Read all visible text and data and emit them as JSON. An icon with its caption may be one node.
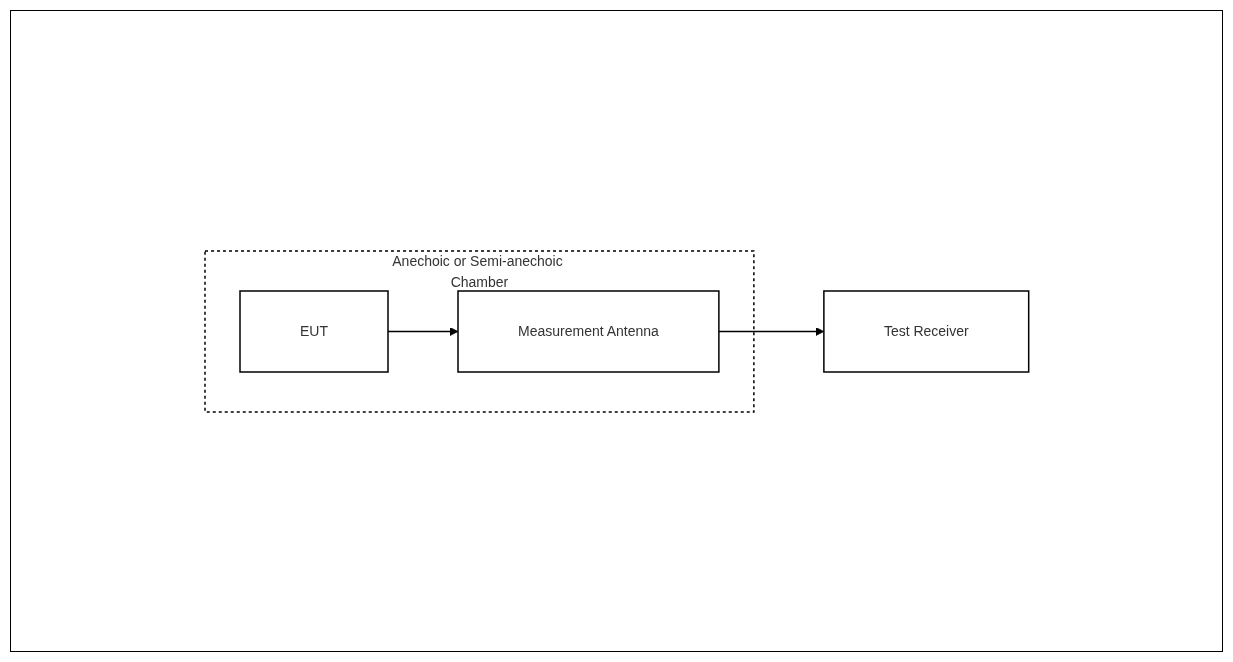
{
  "diagram": {
    "nodes": [
      {
        "text": [
          "Anechoic or Semi-anechoic Chamber"
        ]
      },
      {
        "text": [
          "EUT"
        ],
        "in": 0
      },
      {
        "text": [
          "Measurement Antenna"
        ],
        "in": 0
      },
      {
        "text": [
          "Test Receiver"
        ]
      }
    ],
    "edges": [
      {
        "from": 1,
        "to": 2,
        "arrow": "to"
      },
      {
        "from": 2,
        "to": 3,
        "arrow": "to"
      }
    ]
  }
}
